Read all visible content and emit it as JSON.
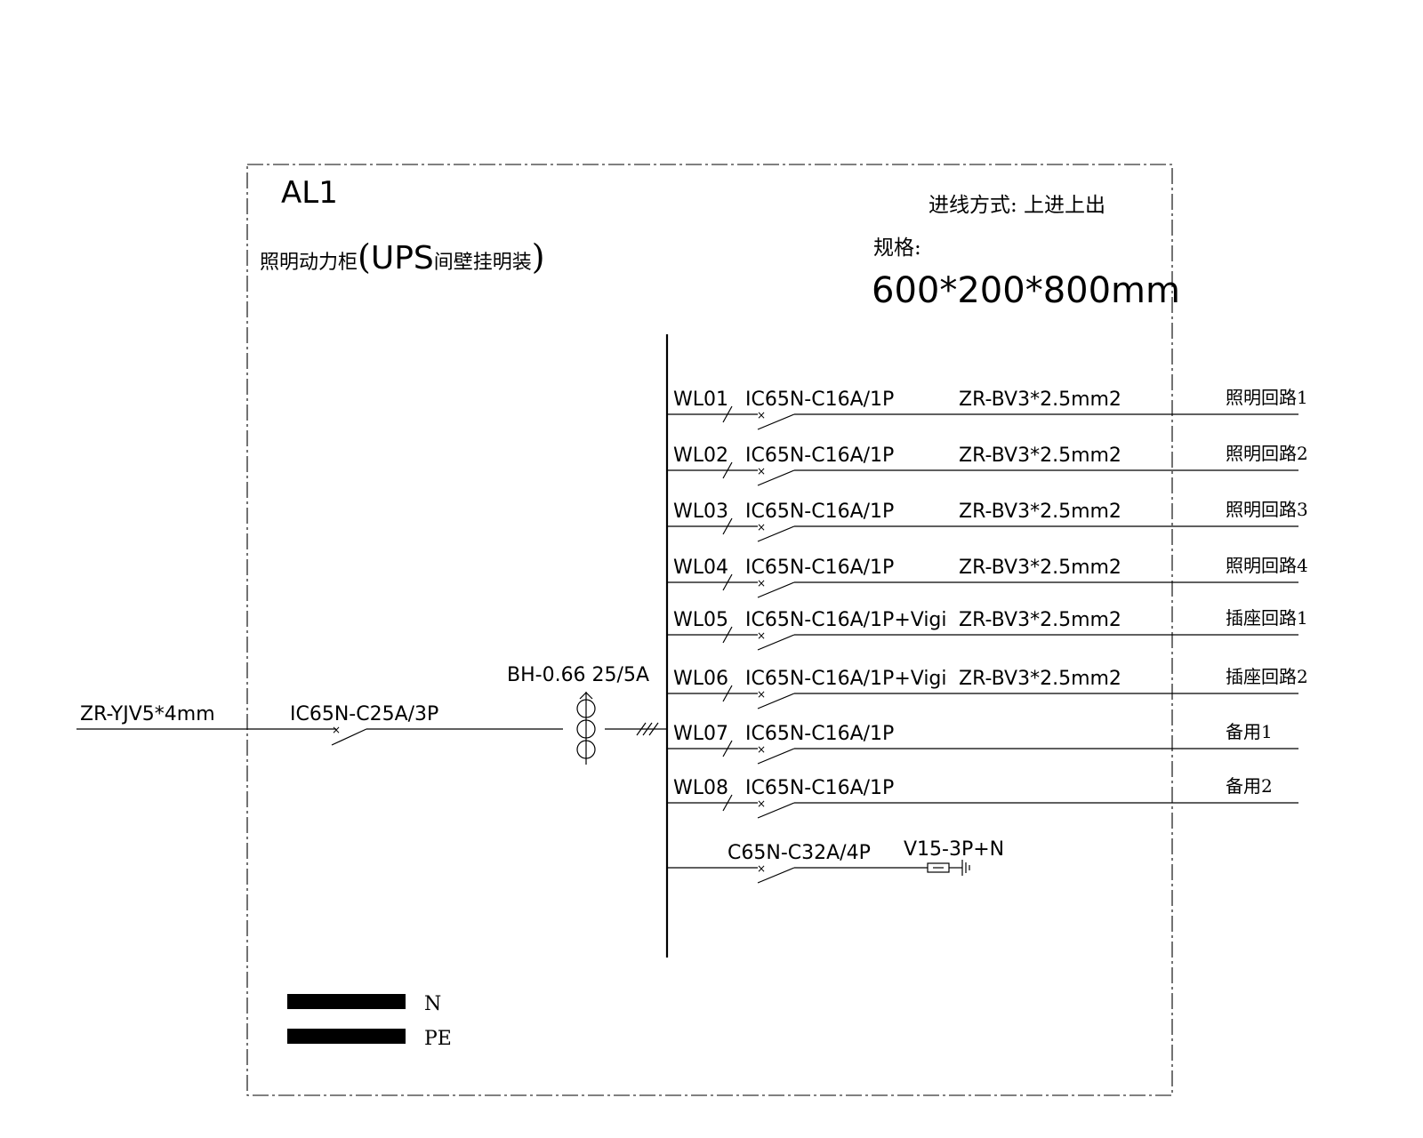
{
  "panel": {
    "id": "AL1",
    "name_prefix": "照明动力柜",
    "name_paren_open": "(",
    "name_ups": "UPS",
    "name_suffix": "间壁挂明装",
    "name_paren_close": ")",
    "entry_method": "进线方式: 上进上出",
    "spec_label": "规格:",
    "spec_value": "600*200*800mm"
  },
  "incoming": {
    "cable": "ZR-YJV5*4mm",
    "breaker": "IC65N-C25A/3P",
    "ct": "BH-0.66  25/5A"
  },
  "circuits": [
    {
      "id": "WL01",
      "breaker": "IC65N-C16A/1P",
      "cable": "ZR-BV3*2.5mm2",
      "load": "照明回路1"
    },
    {
      "id": "WL02",
      "breaker": "IC65N-C16A/1P",
      "cable": "ZR-BV3*2.5mm2",
      "load": "照明回路2"
    },
    {
      "id": "WL03",
      "breaker": "IC65N-C16A/1P",
      "cable": "ZR-BV3*2.5mm2",
      "load": "照明回路3"
    },
    {
      "id": "WL04",
      "breaker": "IC65N-C16A/1P",
      "cable": "ZR-BV3*2.5mm2",
      "load": "照明回路4"
    },
    {
      "id": "WL05",
      "breaker": "IC65N-C16A/1P+Vigi",
      "cable": "ZR-BV3*2.5mm2",
      "load": "插座回路1"
    },
    {
      "id": "WL06",
      "breaker": "IC65N-C16A/1P+Vigi",
      "cable": "ZR-BV3*2.5mm2",
      "load": "插座回路2"
    },
    {
      "id": "WL07",
      "breaker": "IC65N-C16A/1P",
      "cable": "",
      "load": "备用1"
    },
    {
      "id": "WL08",
      "breaker": "IC65N-C16A/1P",
      "cable": "",
      "load": "备用2"
    }
  ],
  "surge": {
    "breaker": "C65N-C32A/4P",
    "device": "V15-3P+N"
  },
  "legend": {
    "n_label": "N",
    "pe_label": "PE"
  }
}
